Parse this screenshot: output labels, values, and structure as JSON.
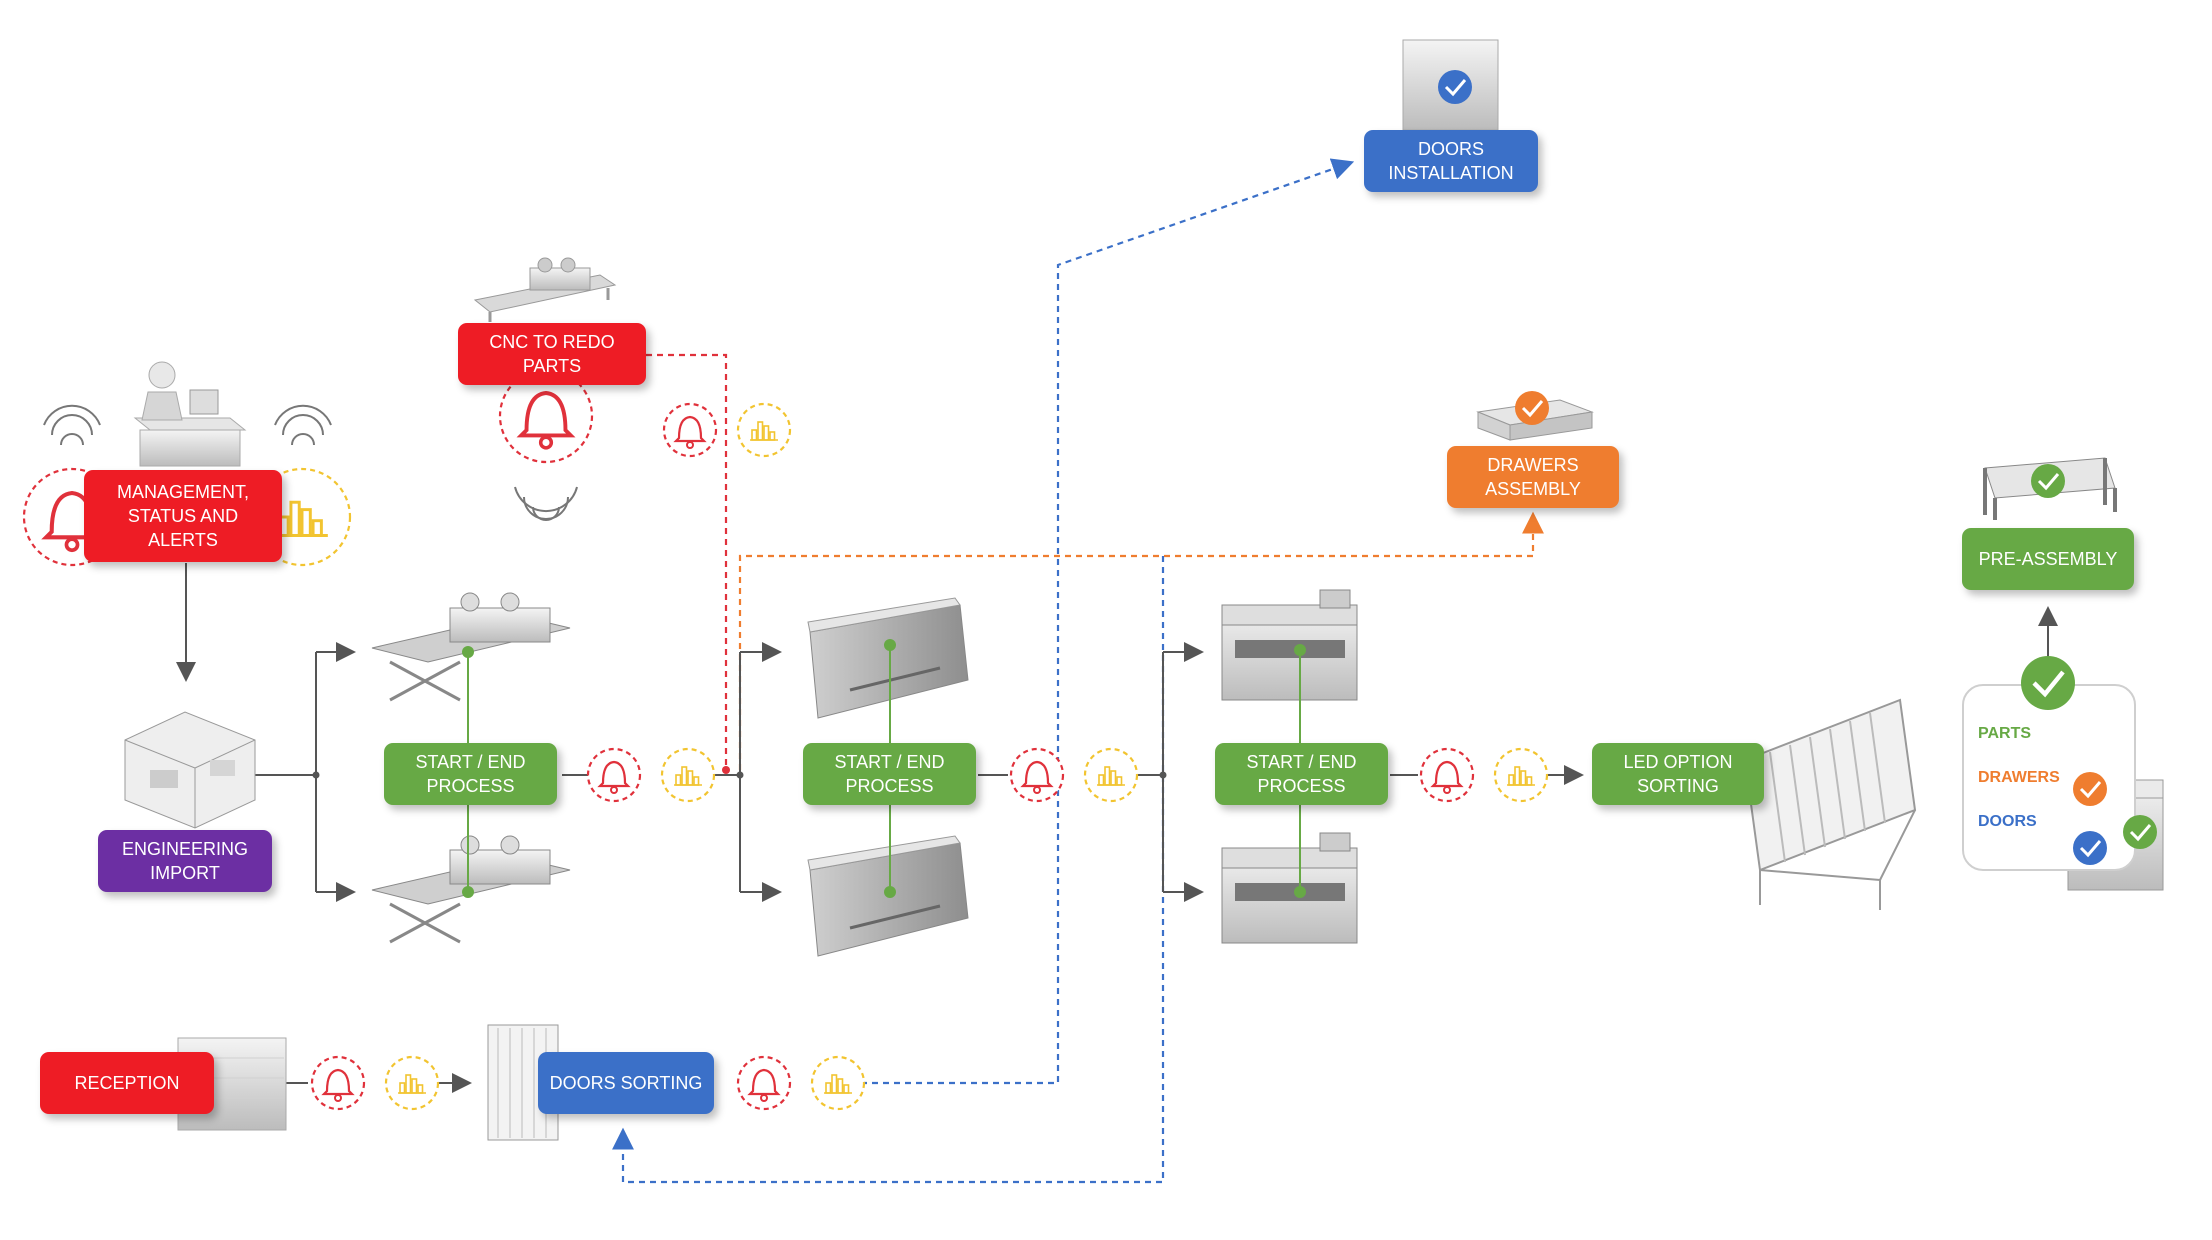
{
  "colors": {
    "red": "#ee1c25",
    "green": "#67a945",
    "blue": "#3b70c8",
    "orange": "#ef7d2f",
    "purple": "#6c2fa3",
    "alert_ring": "#e0313b",
    "stats_ring": "#f2c430",
    "connector": "#555555"
  },
  "icons": [
    "bell-icon",
    "bar-chart-icon",
    "checkmark-icon",
    "wifi-signal-icon"
  ],
  "nodes": {
    "management": "MANAGEMENT, STATUS AND ALERTS",
    "cnc_redo": "CNC TO REDO PARTS",
    "engineering": "ENGINEERING IMPORT",
    "process1": "START / END PROCESS",
    "process2": "START / END PROCESS",
    "process3": "START / END PROCESS",
    "led_sorting": "LED OPTION SORTING",
    "doors_installation": "DOORS INSTALLATION",
    "drawers_assembly": "DRAWERS ASSEMBLY",
    "pre_assembly": "PRE-ASSEMBLY",
    "reception": "RECEPTION",
    "doors_sorting": "DOORS SORTING"
  },
  "legend": {
    "parts": "PARTS",
    "drawers": "DRAWERS",
    "doors": "DOORS"
  }
}
